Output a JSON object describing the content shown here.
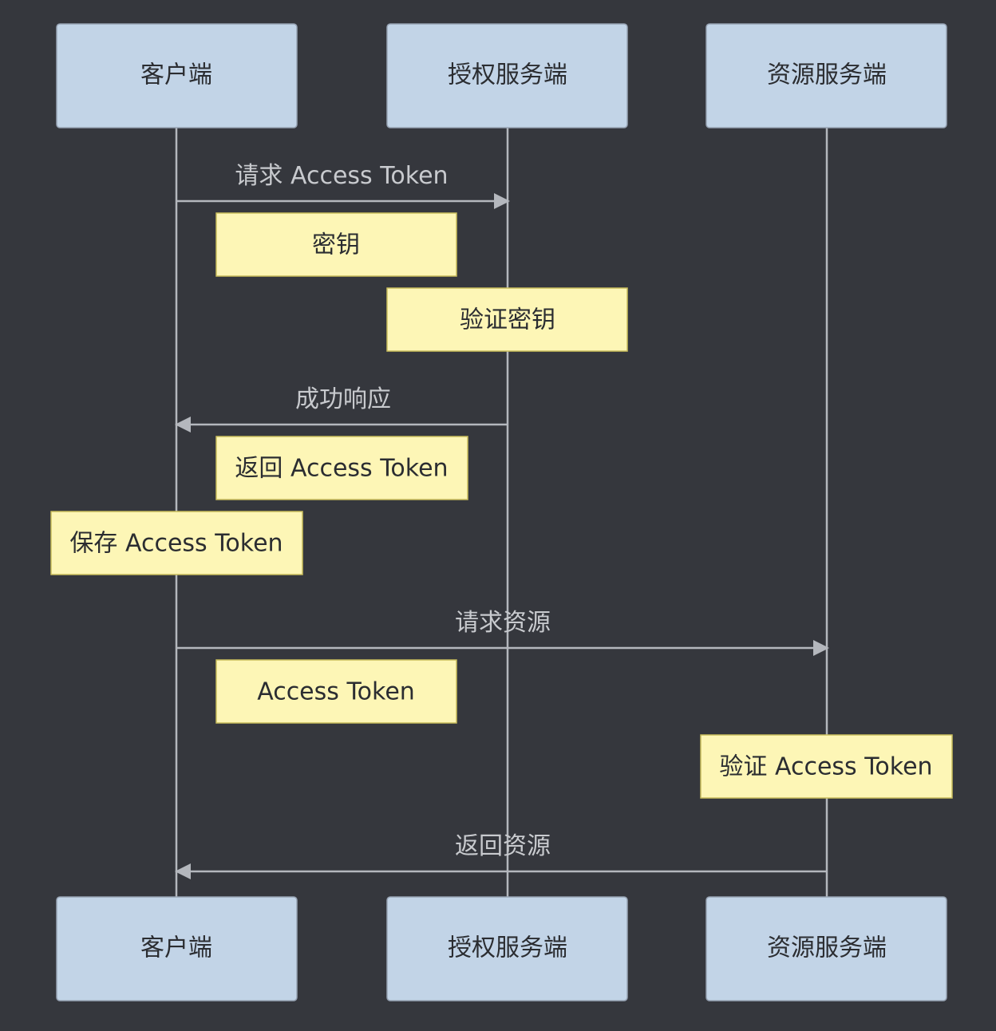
{
  "participants": [
    {
      "id": "client",
      "label": "客户端"
    },
    {
      "id": "auth",
      "label": "授权服务端"
    },
    {
      "id": "resource",
      "label": "资源服务端"
    }
  ],
  "messages": [
    {
      "from": "client",
      "to": "auth",
      "label": "请求 Access Token"
    },
    {
      "from": "auth",
      "to": "client",
      "label": "成功响应"
    },
    {
      "from": "client",
      "to": "resource",
      "label": "请求资源"
    },
    {
      "from": "resource",
      "to": "client",
      "label": "返回资源"
    }
  ],
  "notes": [
    {
      "text": "密钥"
    },
    {
      "text": "验证密钥"
    },
    {
      "text": "返回 Access Token"
    },
    {
      "text": "保存 Access Token"
    },
    {
      "text": "Access Token"
    },
    {
      "text": "验证 Access Token"
    }
  ]
}
